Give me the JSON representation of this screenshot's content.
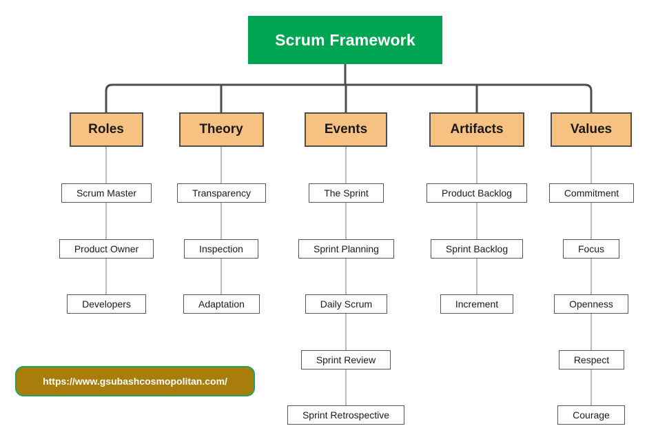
{
  "diagram": {
    "title": "Scrum Framework",
    "root": {
      "label": "Scrum Framework",
      "fill": "#00a551",
      "text_color": "#ffffff"
    },
    "style": {
      "category_fill": "#f7c181",
      "category_border": "#4d4d4d",
      "leaf_fill": "#ffffff",
      "leaf_border": "#555555",
      "connector_color": "#4d4d4d",
      "leaf_connector_color": "#777777"
    },
    "branches": [
      {
        "label": "Roles",
        "children": [
          {
            "label": "Scrum Master"
          },
          {
            "label": "Product Owner"
          },
          {
            "label": "Developers"
          }
        ]
      },
      {
        "label": "Theory",
        "children": [
          {
            "label": "Transparency"
          },
          {
            "label": "Inspection"
          },
          {
            "label": "Adaptation"
          }
        ]
      },
      {
        "label": "Events",
        "children": [
          {
            "label": "The Sprint"
          },
          {
            "label": "Sprint Planning"
          },
          {
            "label": "Daily Scrum"
          },
          {
            "label": "Sprint Review"
          },
          {
            "label": "Sprint Retrospective"
          }
        ]
      },
      {
        "label": "Artifacts",
        "children": [
          {
            "label": "Product Backlog"
          },
          {
            "label": "Sprint Backlog"
          },
          {
            "label": "Increment"
          }
        ]
      },
      {
        "label": "Values",
        "children": [
          {
            "label": "Commitment"
          },
          {
            "label": "Focus"
          },
          {
            "label": "Openness"
          },
          {
            "label": "Respect"
          },
          {
            "label": "Courage"
          }
        ]
      }
    ]
  },
  "watermark": {
    "url": "https://www.gsubashcosmopolitan.com/",
    "fill": "#a97d0b",
    "border": "#18a558",
    "text_color": "#ffffff"
  }
}
